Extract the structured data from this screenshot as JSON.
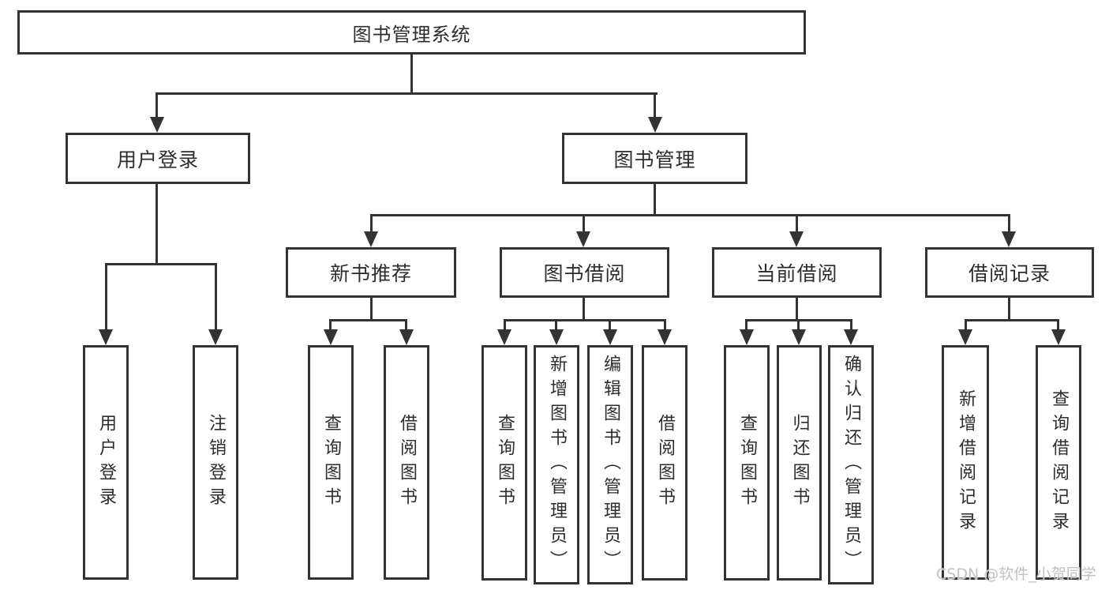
{
  "diagram": {
    "root": {
      "label": "图书管理系统"
    },
    "branches": [
      {
        "label": "用户登录",
        "children": [
          {
            "label": "用户登录"
          },
          {
            "label": "注销登录"
          }
        ]
      },
      {
        "label": "图书管理",
        "sections": [
          {
            "label": "新书推荐",
            "children": [
              {
                "label": "查询图书"
              },
              {
                "label": "借阅图书"
              }
            ]
          },
          {
            "label": "图书借阅",
            "children": [
              {
                "label": "查询图书"
              },
              {
                "label": "新增图书（管理员）"
              },
              {
                "label": "编辑图书（管理员）"
              },
              {
                "label": "借阅图书"
              }
            ]
          },
          {
            "label": "当前借阅",
            "children": [
              {
                "label": "查询图书"
              },
              {
                "label": "归还图书"
              },
              {
                "label": "确认归还（管理员）"
              }
            ]
          },
          {
            "label": "借阅记录",
            "children": [
              {
                "label": "新增借阅记录"
              },
              {
                "label": "查询借阅记录"
              }
            ]
          }
        ]
      }
    ]
  },
  "watermark": {
    "text": "CSDN @软件_小贺同学"
  },
  "colors": {
    "background": "#ffffff",
    "line": "#333333",
    "box_border": "#333333",
    "text": "#2d2d2d",
    "watermark": "#c2c2c2"
  }
}
